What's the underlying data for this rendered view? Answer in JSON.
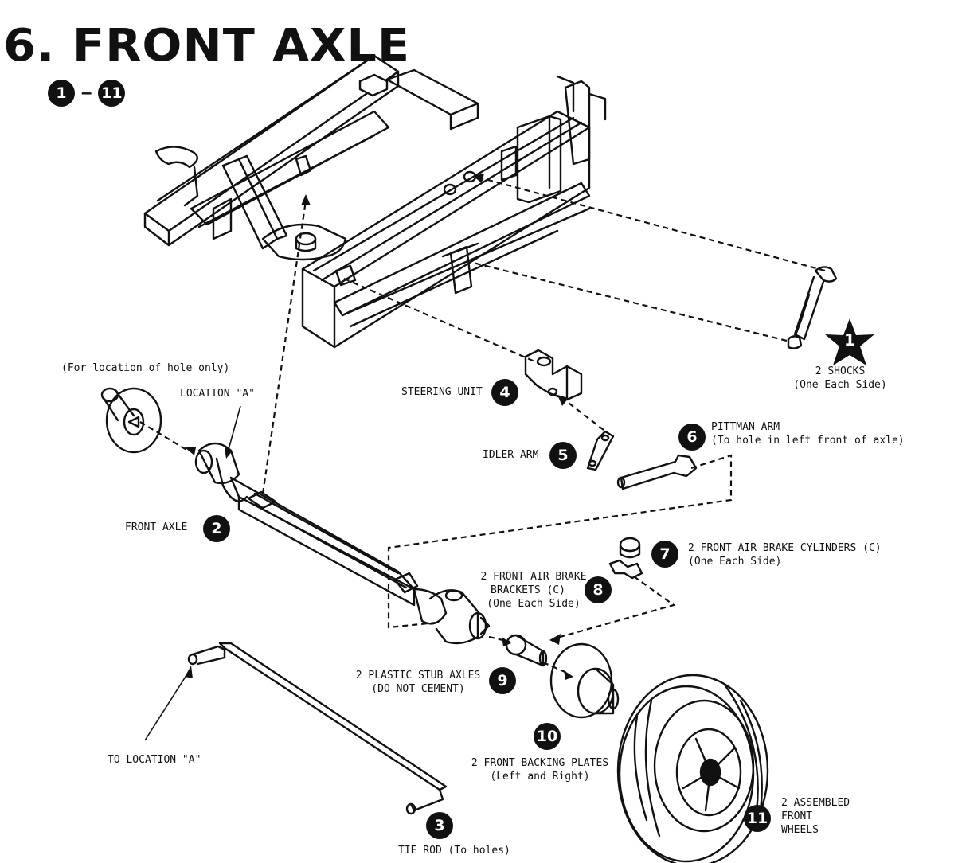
{
  "title": "6. FRONT AXLE",
  "step_range": {
    "from": "1",
    "to": "11",
    "separator": "–"
  },
  "parts": [
    {
      "number": "1",
      "lines": [
        "2 SHOCKS",
        "(One Each Side)"
      ]
    },
    {
      "number": "2",
      "lines": [
        "FRONT AXLE"
      ]
    },
    {
      "number": "3",
      "lines": [
        "TIE ROD (To holes)"
      ]
    },
    {
      "number": "4",
      "lines": [
        "STEERING UNIT"
      ]
    },
    {
      "number": "5",
      "lines": [
        "IDLER ARM"
      ]
    },
    {
      "number": "6",
      "lines": [
        "PITTMAN ARM",
        "(To hole in left front of axle)"
      ]
    },
    {
      "number": "7",
      "lines": [
        "2 FRONT AIR BRAKE CYLINDERS (C)",
        "(One Each Side)"
      ]
    },
    {
      "number": "8",
      "lines": [
        "2 FRONT AIR BRAKE",
        "BRACKETS (C)",
        "(One Each Side)"
      ]
    },
    {
      "number": "9",
      "lines": [
        "2 PLASTIC STUB AXLES",
        "(DO NOT CEMENT)"
      ]
    },
    {
      "number": "10",
      "lines": [
        "2 FRONT BACKING PLATES",
        "(Left and Right)"
      ]
    },
    {
      "number": "11",
      "lines": [
        "2 ASSEMBLED",
        "FRONT",
        "WHEELS"
      ]
    }
  ],
  "notes": {
    "hole_location": "(For location of hole only)",
    "location_a": "LOCATION \"A\"",
    "to_location_a": "TO LOCATION \"A\""
  }
}
